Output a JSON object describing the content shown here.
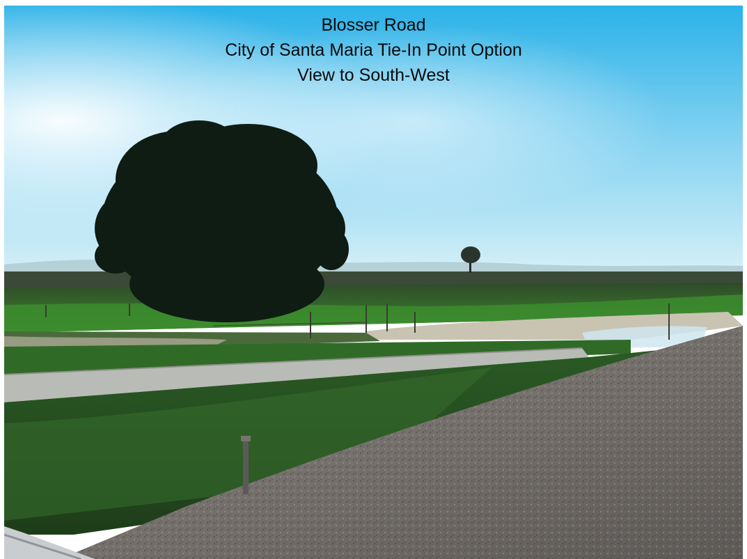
{
  "caption": {
    "line1": "Blosser Road",
    "line2": "City of Santa Maria Tie-In Point Option",
    "line3": "View to South-West"
  },
  "colors": {
    "sky_top": "#2fb6ea",
    "sky_bottom": "#c7ecf8",
    "tree": "#0f1d14",
    "grass": "#2f7a2a",
    "road": "#b9bbb6",
    "gravel": "#6f6b68"
  }
}
